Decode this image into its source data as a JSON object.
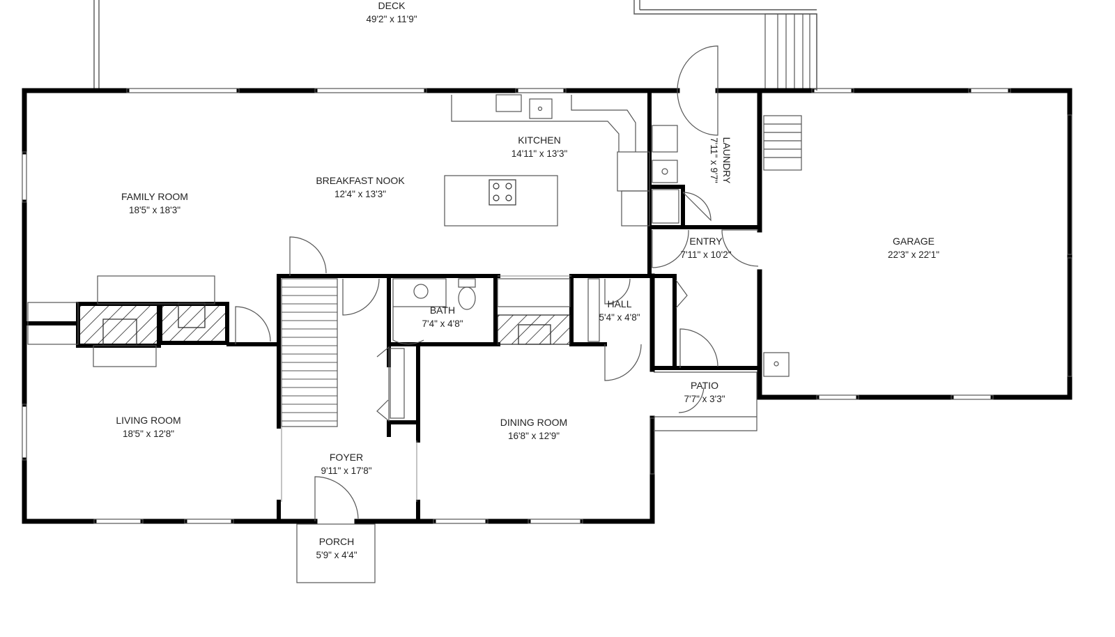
{
  "rooms": {
    "deck": {
      "name": "DECK",
      "dim": "49'2\" x 11'9\""
    },
    "kitchen": {
      "name": "KITCHEN",
      "dim": "14'11\" x 13'3\""
    },
    "breakfast_nook": {
      "name": "BREAKFAST NOOK",
      "dim": "12'4\" x 13'3\""
    },
    "family_room": {
      "name": "FAMILY ROOM",
      "dim": "18'5\" x 18'3\""
    },
    "laundry": {
      "name": "LAUNDRY",
      "dim": "7'11\" x 9'7\""
    },
    "entry": {
      "name": "ENTRY",
      "dim": "7'11\" x 10'2\""
    },
    "garage": {
      "name": "GARAGE",
      "dim": "22'3\" x 22'1\""
    },
    "bath": {
      "name": "BATH",
      "dim": "7'4\" x 4'8\""
    },
    "hall": {
      "name": "HALL",
      "dim": "5'4\" x 4'8\""
    },
    "patio": {
      "name": "PATIO",
      "dim": "7'7\" x 3'3\""
    },
    "living_room": {
      "name": "LIVING ROOM",
      "dim": "18'5\" x 12'8\""
    },
    "dining_room": {
      "name": "DINING ROOM",
      "dim": "16'8\" x 12'9\""
    },
    "foyer": {
      "name": "FOYER",
      "dim": "9'11\" x 17'8\""
    },
    "porch": {
      "name": "PORCH",
      "dim": "5'9\" x 4'4\""
    }
  },
  "colors": {
    "wall": "#000000",
    "line": "#555555",
    "hatch": "#222222",
    "background": "#ffffff"
  }
}
